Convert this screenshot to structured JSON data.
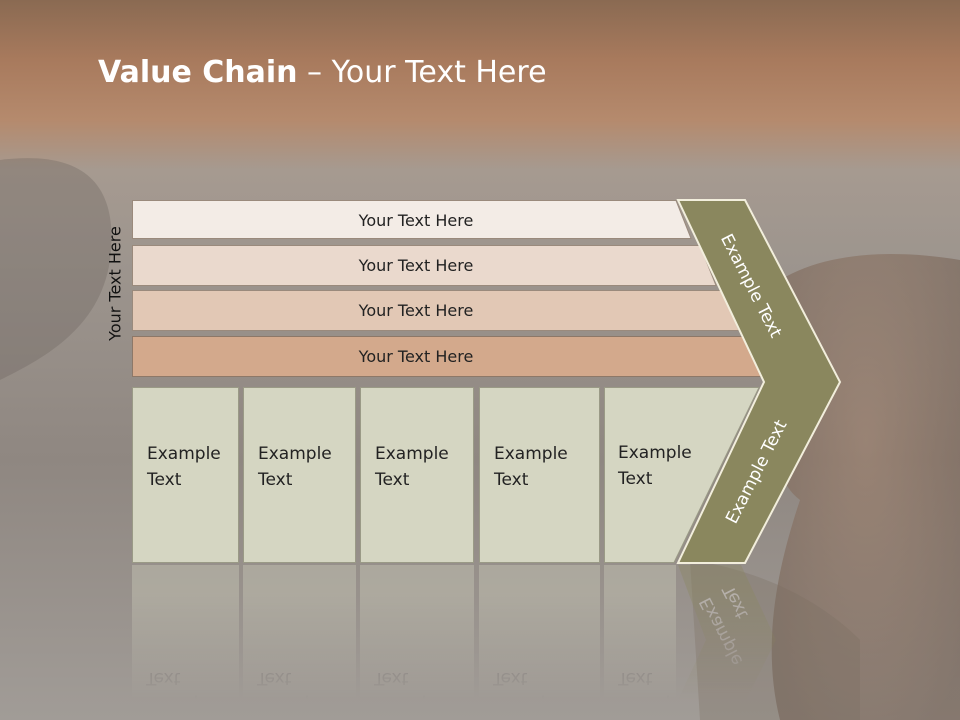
{
  "title": {
    "bold": "Value Chain",
    "rest": " – Your Text Here"
  },
  "side_label": "Your Text Here",
  "bars": [
    {
      "label": "Your Text Here"
    },
    {
      "label": "Your Text Here"
    },
    {
      "label": "Your Text Here"
    },
    {
      "label": "Your Text Here"
    }
  ],
  "boxes": [
    {
      "line1": "Example",
      "line2": "Text"
    },
    {
      "line1": "Example",
      "line2": "Text"
    },
    {
      "line1": "Example",
      "line2": "Text"
    },
    {
      "line1": "Example",
      "line2": "Text"
    },
    {
      "line1": "Example",
      "line2": "Text"
    }
  ],
  "chevron": {
    "top": "Example Text",
    "bottom": "Example Text"
  },
  "colors": {
    "chevron": "#8a875e",
    "box_fill": "#d5d6c2",
    "bar1": "#f3ece6",
    "bar2": "#ead9cd",
    "bar3": "#e2c8b5",
    "bar4": "#d3a98c"
  }
}
